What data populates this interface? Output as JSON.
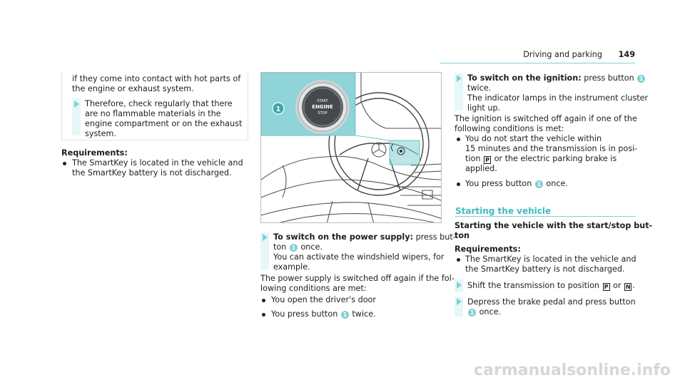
{
  "header": {
    "section": "Driving and parking",
    "page": "149"
  },
  "warning": {
    "intro": [
      "if they come into contact with hot parts of",
      "the engine or exhaust system."
    ],
    "step": [
      "Therefore, check regularly that there",
      "are no flammable materials in the",
      "engine compartment or on the exhaust",
      "system."
    ]
  },
  "req1": {
    "title": "Requirements:",
    "items": [
      [
        "The SmartKey is located in the vehicle and",
        "the SmartKey battery is not discharged."
      ]
    ]
  },
  "figure": {
    "callout": "1",
    "button_lines": [
      "START",
      "ENGINE",
      "STOP"
    ]
  },
  "power": {
    "title": "To switch on the power supply:",
    "lines": [
      "press but-",
      "ton",
      "once.",
      "You can activate the windshield wipers, for",
      "example."
    ],
    "off_text": [
      "The power supply is switched off again if the fol-",
      "lowing conditions are met:"
    ],
    "items": [
      "You open the driver's door",
      "You press button",
      "twice."
    ]
  },
  "ignition": {
    "title": "To switch on the ignition:",
    "lines": [
      "press button",
      "twice.",
      "The indicator lamps in the instrument cluster",
      "light up."
    ],
    "off_text": [
      "The ignition is switched off again if one of the",
      "following conditions is met:"
    ],
    "items": [
      [
        "You do not start the vehicle within",
        "15 minutes and the transmission is in posi-",
        "tion",
        "or the electric parking brake is",
        "applied."
      ],
      [
        "You press button",
        "once."
      ]
    ]
  },
  "starting": {
    "section_title": "Starting the vehicle",
    "subtitle": [
      "Starting the vehicle with the start/stop but-",
      "ton"
    ],
    "req_title": "Requirements:",
    "req_items": [
      [
        "The SmartKey is located in the vehicle and",
        "the SmartKey battery is not discharged."
      ]
    ],
    "step1": [
      "Shift the transmission to position",
      "or",
      "."
    ],
    "step2": [
      "Depress the brake pedal and press button",
      "once."
    ],
    "gear_p": "P",
    "gear_n": "N",
    "badge": "1"
  },
  "footer": {
    "watermark": "carmanualsonline.info"
  }
}
